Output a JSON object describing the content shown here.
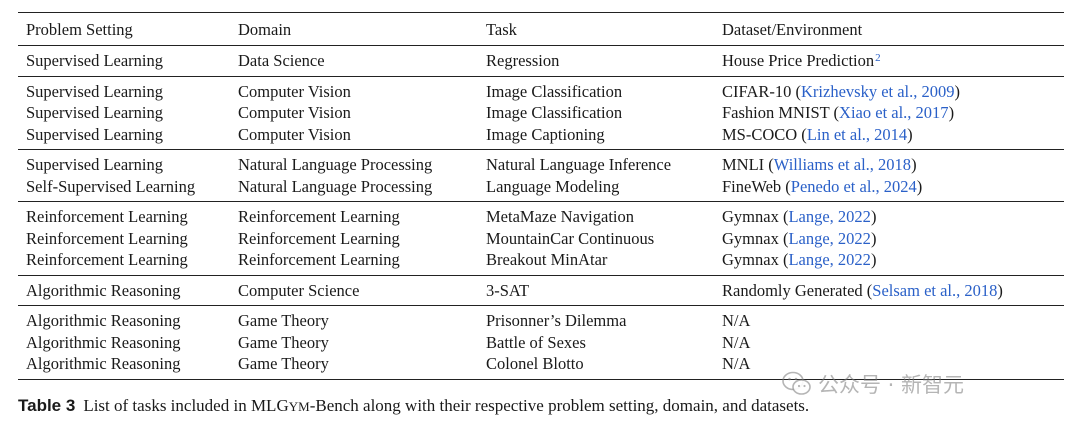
{
  "table": {
    "headers": [
      "Problem Setting",
      "Domain",
      "Task",
      "Dataset/Environment"
    ],
    "groups": [
      [
        {
          "setting": "Supervised Learning",
          "domain": "Data Science",
          "task": "Regression",
          "dataset": "House Price Prediction",
          "cite": "",
          "footnote": "2"
        }
      ],
      [
        {
          "setting": "Supervised Learning",
          "domain": "Computer Vision",
          "task": "Image Classification",
          "dataset": "CIFAR-10 (",
          "cite": "Krizhevsky et al., 2009",
          "close": ")"
        },
        {
          "setting": "Supervised Learning",
          "domain": "Computer Vision",
          "task": "Image Classification",
          "dataset": "Fashion MNIST (",
          "cite": "Xiao et al., 2017",
          "close": ")"
        },
        {
          "setting": "Supervised Learning",
          "domain": "Computer Vision",
          "task": "Image Captioning",
          "dataset": "MS-COCO (",
          "cite": "Lin et al., 2014",
          "close": ")"
        }
      ],
      [
        {
          "setting": "Supervised Learning",
          "domain": "Natural Language Processing",
          "task": "Natural Language Inference",
          "dataset": "MNLI (",
          "cite": "Williams et al., 2018",
          "close": ")"
        },
        {
          "setting": "Self-Supervised Learning",
          "domain": "Natural Language Processing",
          "task": "Language Modeling",
          "dataset": "FineWeb (",
          "cite": "Penedo et al., 2024",
          "close": ")"
        }
      ],
      [
        {
          "setting": "Reinforcement Learning",
          "domain": "Reinforcement Learning",
          "task": "MetaMaze Navigation",
          "dataset": "Gymnax (",
          "cite": "Lange, 2022",
          "close": ")"
        },
        {
          "setting": "Reinforcement Learning",
          "domain": "Reinforcement Learning",
          "task": "MountainCar Continuous",
          "dataset": "Gymnax (",
          "cite": "Lange, 2022",
          "close": ")"
        },
        {
          "setting": "Reinforcement Learning",
          "domain": "Reinforcement Learning",
          "task": "Breakout MinAtar",
          "dataset": "Gymnax (",
          "cite": "Lange, 2022",
          "close": ")"
        }
      ],
      [
        {
          "setting": "Algorithmic Reasoning",
          "domain": "Computer Science",
          "task": "3-SAT",
          "dataset": "Randomly Generated (",
          "cite": "Selsam et al., 2018",
          "close": ")"
        }
      ],
      [
        {
          "setting": "Algorithmic Reasoning",
          "domain": "Game Theory",
          "task": "Prisonner’s Dilemma",
          "dataset": "N/A",
          "cite": ""
        },
        {
          "setting": "Algorithmic Reasoning",
          "domain": "Game Theory",
          "task": "Battle of Sexes",
          "dataset": "N/A",
          "cite": ""
        },
        {
          "setting": "Algorithmic Reasoning",
          "domain": "Game Theory",
          "task": "Colonel Blotto",
          "dataset": "N/A",
          "cite": ""
        }
      ]
    ]
  },
  "caption": {
    "label": "Table 3",
    "before": "List of tasks included in ML",
    "sc_big": "G",
    "sc_small": "YM",
    "after": "-Bench along with their respective problem setting, domain, and datasets."
  },
  "watermark": {
    "text": "公众号 · 新智元",
    "icon": "wechat-icon"
  }
}
